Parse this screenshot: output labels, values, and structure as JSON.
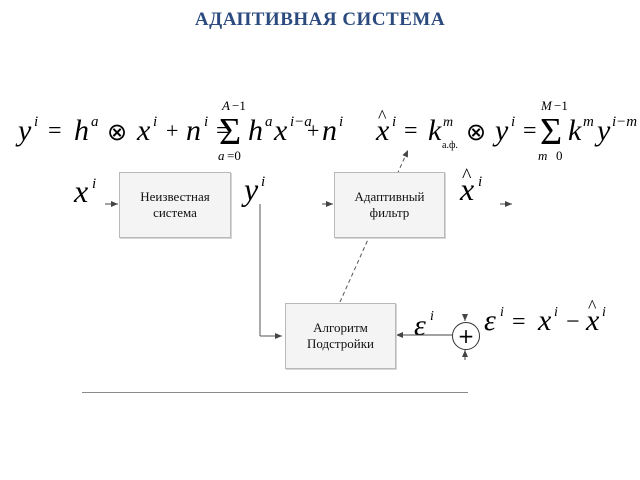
{
  "title": "АДАПТИВНАЯ СИСТЕМА",
  "colors": {
    "title": "#2b4a7e",
    "box_fill": "#f4f4f4",
    "box_border": "#b9b9b9",
    "arrow": "#444444"
  },
  "boxes": {
    "unknown_system": {
      "line1": "Неизвестная",
      "line2": "система"
    },
    "adaptive_filter": {
      "line1": "Адаптивный",
      "line2": "фильтр"
    },
    "tuning_algorithm": {
      "line1": "Алгоритм",
      "line2": "Подстройки"
    }
  },
  "summing_junction": {
    "symbol": "+"
  },
  "signals": {
    "input": "x",
    "system_output": "y",
    "filter_output": "x̂",
    "error": "ε"
  }
}
